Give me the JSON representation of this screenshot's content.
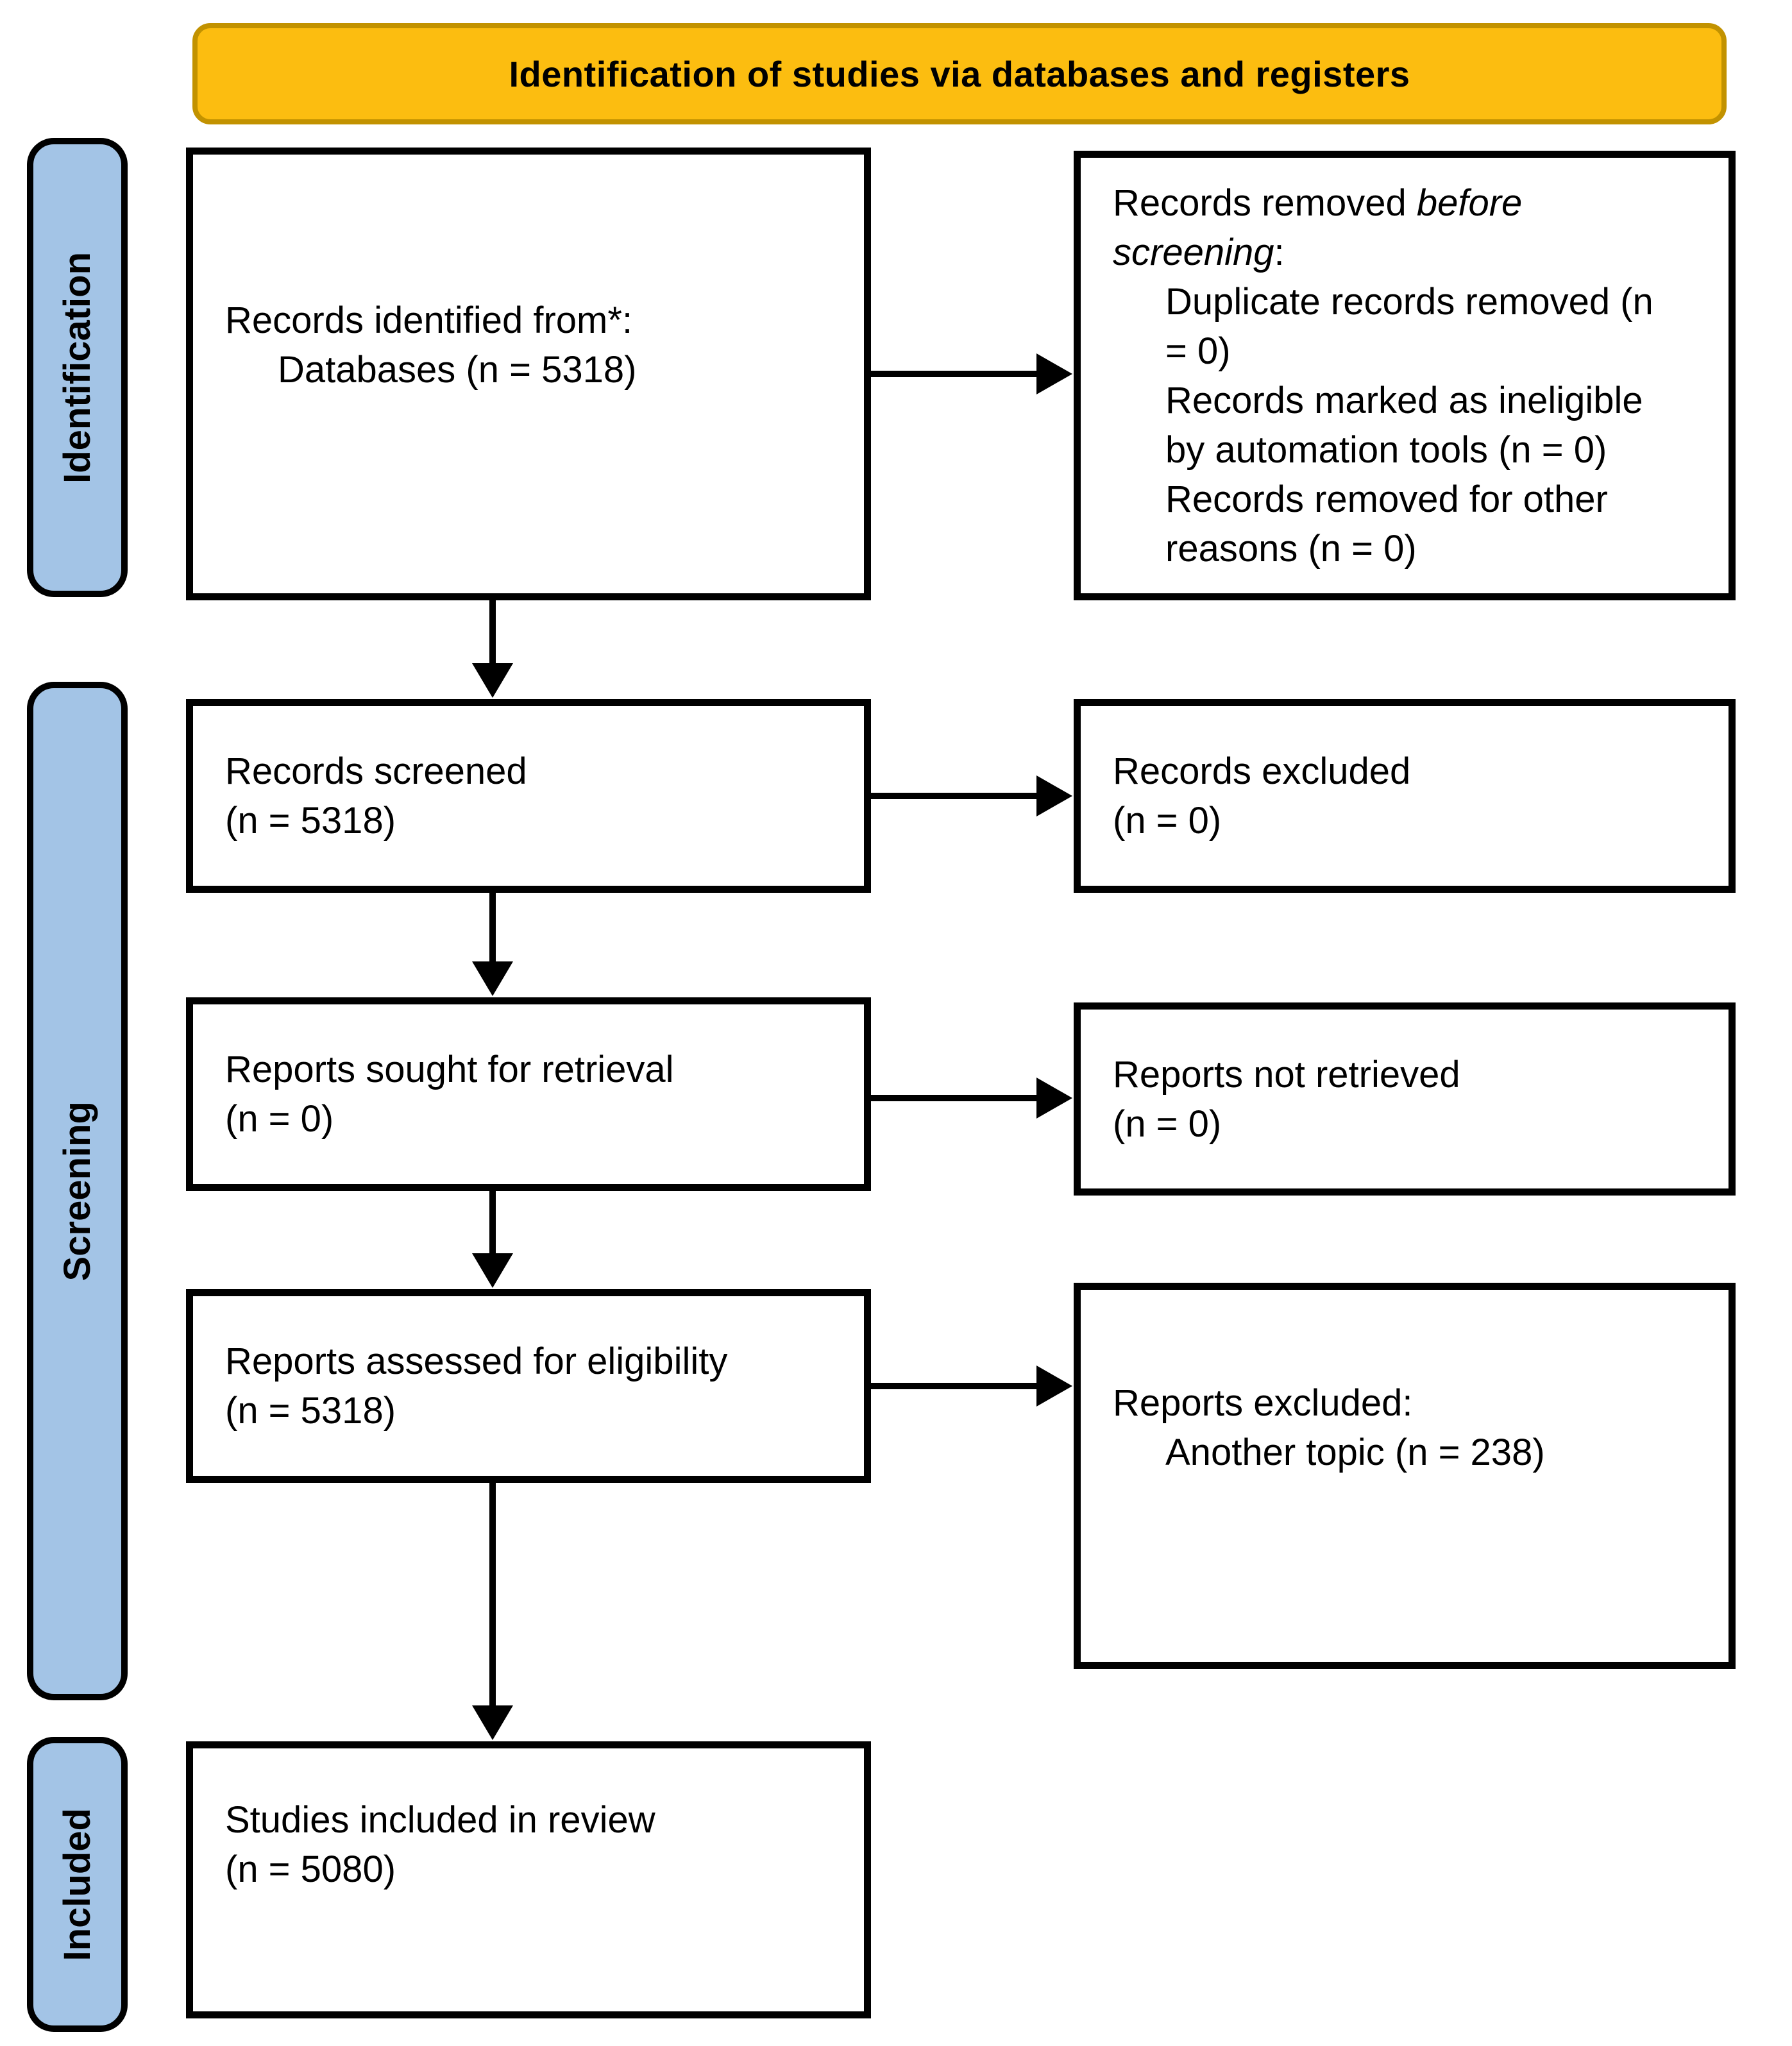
{
  "banner": {
    "title": "Identification of studies via databases and registers"
  },
  "side_labels": {
    "identification": "Identification",
    "screening": "Screening",
    "included": "Included"
  },
  "boxes": {
    "records_identified": {
      "lines": [
        {
          "indent": 0,
          "segments": [
            {
              "text": "Records identified from*:"
            }
          ]
        },
        {
          "indent": 1,
          "segments": [
            {
              "text": "Databases (n = 5318)"
            }
          ]
        }
      ]
    },
    "records_removed": {
      "lines": [
        {
          "indent": 0,
          "segments": [
            {
              "text": "Records removed "
            },
            {
              "text": "before",
              "italic": true
            }
          ]
        },
        {
          "indent": 0,
          "segments": [
            {
              "text": "screening",
              "italic": true
            },
            {
              "text": ":"
            }
          ]
        },
        {
          "indent": 1,
          "segments": [
            {
              "text": "Duplicate records removed (n"
            }
          ]
        },
        {
          "indent": 1,
          "segments": [
            {
              "text": "= 0)"
            }
          ]
        },
        {
          "indent": 1,
          "segments": [
            {
              "text": "Records marked as ineligible"
            }
          ]
        },
        {
          "indent": 1,
          "segments": [
            {
              "text": "by automation tools (n = 0)"
            }
          ]
        },
        {
          "indent": 1,
          "segments": [
            {
              "text": "Records removed for other"
            }
          ]
        },
        {
          "indent": 1,
          "segments": [
            {
              "text": "reasons (n = 0)"
            }
          ]
        }
      ]
    },
    "records_screened": {
      "lines": [
        {
          "indent": 0,
          "segments": [
            {
              "text": "Records screened"
            }
          ]
        },
        {
          "indent": 0,
          "segments": [
            {
              "text": "(n = 5318)"
            }
          ]
        }
      ]
    },
    "records_excluded": {
      "lines": [
        {
          "indent": 0,
          "segments": [
            {
              "text": "Records excluded"
            }
          ]
        },
        {
          "indent": 0,
          "segments": [
            {
              "text": "(n = 0)"
            }
          ]
        }
      ]
    },
    "reports_sought": {
      "lines": [
        {
          "indent": 0,
          "segments": [
            {
              "text": "Reports sought for retrieval"
            }
          ]
        },
        {
          "indent": 0,
          "segments": [
            {
              "text": "(n = 0)"
            }
          ]
        }
      ]
    },
    "reports_not_retrieved": {
      "lines": [
        {
          "indent": 0,
          "segments": [
            {
              "text": "Reports not retrieved"
            }
          ]
        },
        {
          "indent": 0,
          "segments": [
            {
              "text": "(n = 0)"
            }
          ]
        }
      ]
    },
    "reports_assessed": {
      "lines": [
        {
          "indent": 0,
          "segments": [
            {
              "text": "Reports assessed for eligibility"
            }
          ]
        },
        {
          "indent": 0,
          "segments": [
            {
              "text": "(n = 5318)"
            }
          ]
        }
      ]
    },
    "reports_excluded": {
      "lines": [
        {
          "indent": 0,
          "segments": [
            {
              "text": "Reports excluded:"
            }
          ]
        },
        {
          "indent": 1,
          "segments": [
            {
              "text": "Another topic (n = 238)"
            }
          ]
        }
      ]
    },
    "studies_included": {
      "lines": [
        {
          "indent": 0,
          "segments": [
            {
              "text": "Studies included in review"
            }
          ]
        },
        {
          "indent": 0,
          "segments": [
            {
              "text": "(n = 5080)"
            }
          ]
        }
      ]
    }
  },
  "colors": {
    "banner_fill": "#FCBD10",
    "banner_border": "#C29200",
    "stage_fill": "#A3C4E6",
    "box_border": "#000000",
    "arrow": "#000000"
  }
}
